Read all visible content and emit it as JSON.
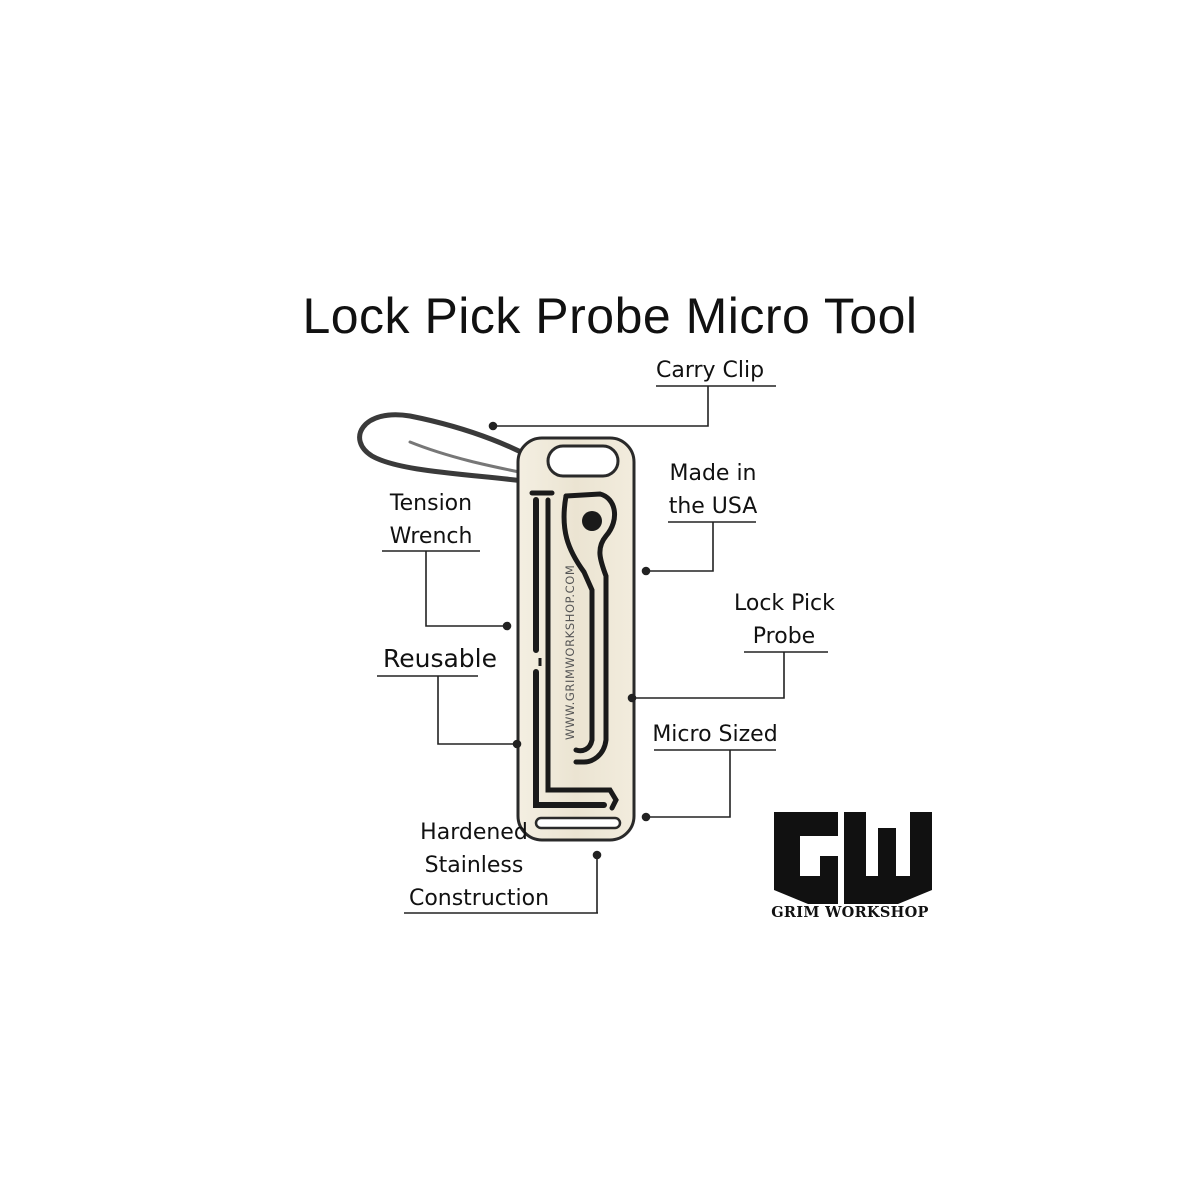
{
  "title": "Lock Pick Probe Micro Tool",
  "labels": {
    "carry_clip": "Carry Clip",
    "made_in_usa_1": "Made in",
    "made_in_usa_2": "the USA",
    "tension_wrench_1": "Tension",
    "tension_wrench_2": "Wrench",
    "lock_pick_probe_1": "Lock Pick",
    "lock_pick_probe_2": "Probe",
    "reusable": "Reusable",
    "micro_sized": "Micro Sized",
    "hardened_1": "Hardened",
    "hardened_2": "Stainless",
    "hardened_3": "Construction"
  },
  "tool": {
    "engraving": "WWW.GRIMWORKSHOP.COM"
  },
  "logo": {
    "monogram": "GW",
    "brand": "GRIM WORKSHOP"
  },
  "colors": {
    "background": "#ffffff",
    "text": "#111111",
    "metal": "#ece6d6",
    "metal_edge": "#2a2a2a",
    "slot": "#1a1a1a"
  }
}
